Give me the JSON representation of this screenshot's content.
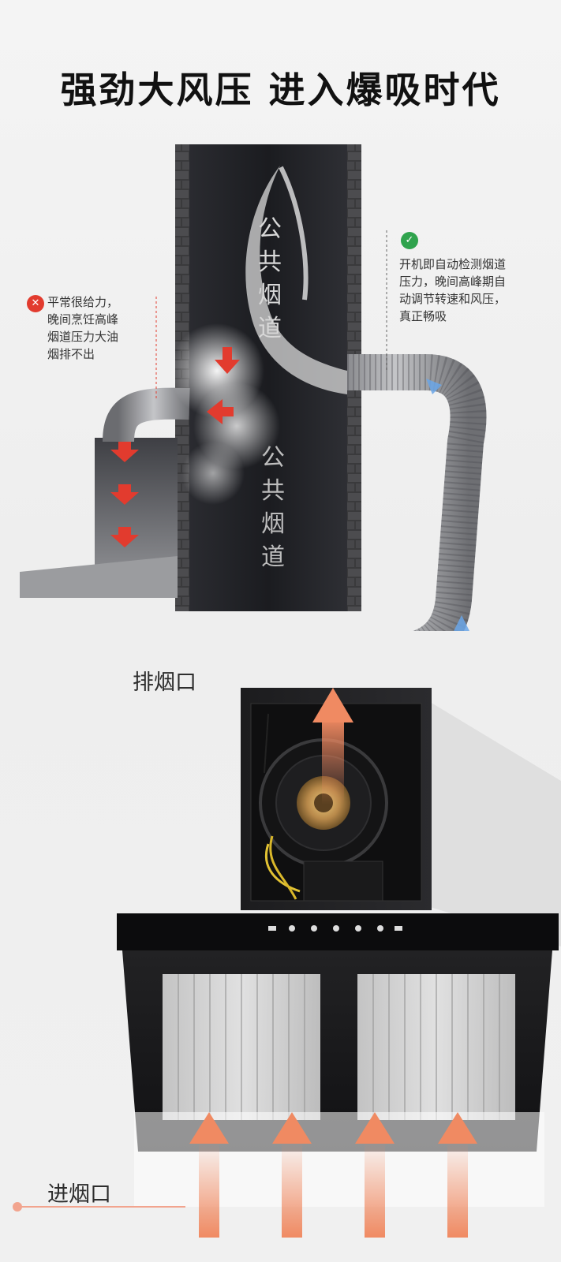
{
  "headline": "强劲大风压 进入爆吸时代",
  "shaft_label_top": "公\n共\n烟\n道",
  "shaft_label_mid": "公\n共\n烟\n道",
  "note_bad": {
    "icon": "x-mark-icon",
    "text": "平常很给力，\n晚间烹饪高峰\n烟道压力大油\n烟排不出"
  },
  "note_good": {
    "icon": "check-mark-icon",
    "text": "开机即自动检测烟道\n压力，晚间高峰期自\n动调节转速和风压，\n真正畅吸"
  },
  "outlet_label": "排烟口",
  "inlet_label": "进烟口",
  "colors": {
    "accent_red": "#e23b2e",
    "accent_green": "#2fa34d",
    "arrow_orange": "#f08a62",
    "guide_line": "#f2a48e",
    "shaft_dark": "#1f2024"
  }
}
